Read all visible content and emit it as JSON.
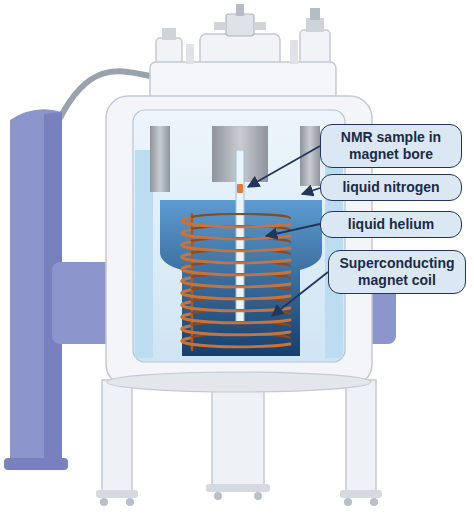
{
  "diagram": {
    "nodes": [
      {
        "text": [
          "NMR sample in magnet bore"
        ]
      },
      {
        "text": [
          "liquid nitrogen"
        ]
      },
      {
        "text": [
          "liquid helium"
        ]
      },
      {
        "text": [
          "Superconducting magnet coil"
        ]
      }
    ]
  }
}
